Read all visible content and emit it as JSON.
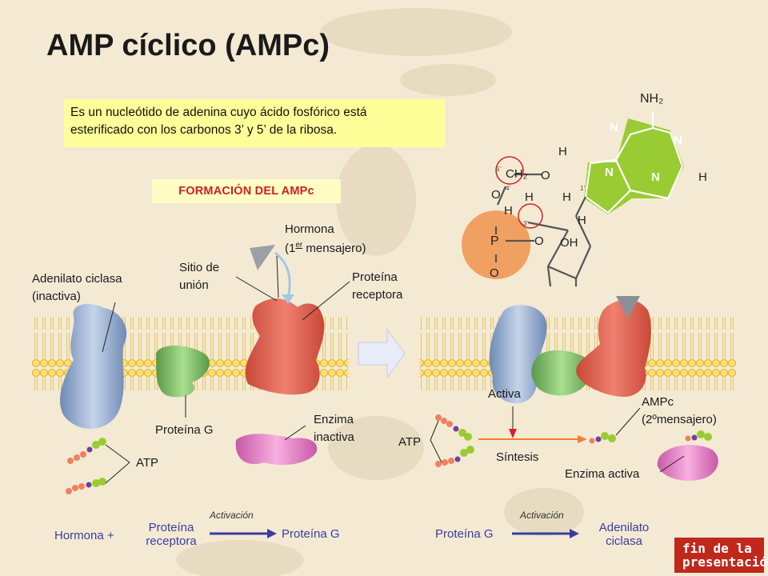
{
  "title": "AMP cíclico (AMPc)",
  "intro": {
    "line1": "Es un nucleótido de adenina cuyo ácido fosfórico está",
    "line2": "esterificado con los carbonos 3’ y 5’ de la ribosa."
  },
  "section_title": "FORMACIÓN DEL AMPc",
  "molecule": {
    "nh2": "NH₂",
    "n_atoms": [
      "N",
      "N",
      "N",
      "N"
    ],
    "h_atoms": [
      "H",
      "H",
      "H",
      "H",
      "H",
      "H"
    ],
    "ch2": "CH₂",
    "o_atoms": [
      "O",
      "O",
      "O"
    ],
    "p": "P",
    "oh": "OH",
    "o_minus": "O",
    "c5_mark": "5’",
    "c3_mark": "3’",
    "c4_mark": "4’",
    "c1_mark": "1’"
  },
  "labels": {
    "hormona": "Hormona",
    "primer": "(1",
    "primer_sup": "er",
    "mensajero": " mensajero)",
    "sitio_1": "Sitio de",
    "sitio_2": "unión",
    "adenilato_1": "Adenilato ciclasa",
    "adenilato_2": "(inactiva)",
    "proteina_1": "Proteína",
    "proteina_2": "receptora",
    "proteina_g": "Proteína G",
    "enzima_1": "Enzima",
    "enzima_2": "inactiva",
    "atp_left": "ATP",
    "activa": "Activa",
    "ampc_1": "AMPc",
    "ampc_2": "(2ºmensajero)",
    "atp_right": "ATP",
    "sintesis": "Síntesis",
    "enzima_activa": "Enzima activa"
  },
  "flow_left": {
    "hormona": "Hormona +",
    "receptora_1": "Proteína",
    "receptora_2": "receptora",
    "activacion": "Activación",
    "target": "Proteína G"
  },
  "flow_right": {
    "source": "Proteína G",
    "activacion": "Activación",
    "target_1": "Adenilato",
    "target_2": "ciclasa"
  },
  "end_button": {
    "line1": "fin de la",
    "line2": "presentación"
  },
  "colors": {
    "background": "#f4ead4",
    "highlight": "#ffff99",
    "section_text": "#cc2222",
    "flow_text": "#3a3ca0",
    "membrane_head": "#ffe066",
    "adenine": "#99cc33",
    "phosphate": "#f0a060",
    "receptor": "#e06050",
    "g_protein": "#88c070",
    "cyclase": "#90aacc",
    "enzyme": "#e080c0",
    "end_button": "#c0281c"
  }
}
